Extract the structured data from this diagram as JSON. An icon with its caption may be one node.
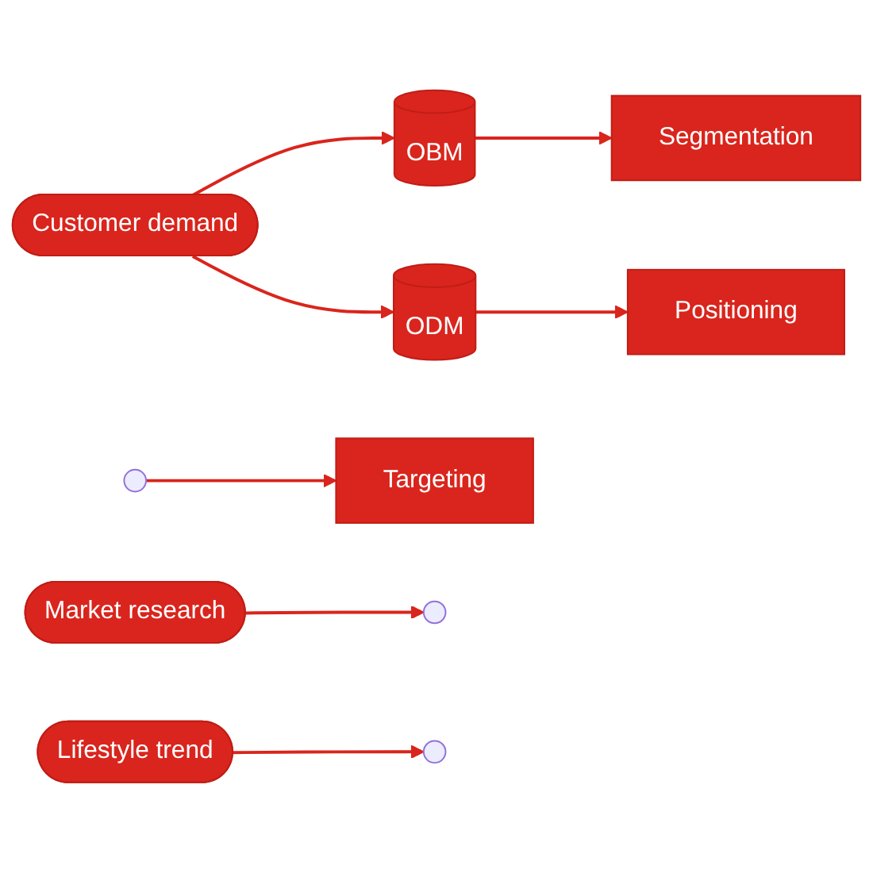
{
  "diagram": {
    "nodes": [
      {
        "text": [
          "Customer demand"
        ]
      },
      {
        "text": [
          "Market research"
        ]
      },
      {
        "text": [
          "Lifestyle trend"
        ]
      },
      {
        "text": [
          "OBM"
        ]
      },
      {
        "text": [
          "ODM"
        ]
      },
      {
        "text": [
          "Segmentation"
        ]
      },
      {
        "text": [
          "Targeting"
        ]
      },
      {
        "text": [
          "Positioning"
        ]
      }
    ],
    "edges": [
      {
        "from": 1,
        "to": null,
        "arrow": "to"
      },
      {
        "from": 2,
        "to": null,
        "arrow": "to"
      },
      {
        "from": 0,
        "to": 3,
        "arrow": "to"
      },
      {
        "from": 0,
        "to": 4,
        "arrow": "to"
      },
      {
        "from": 3,
        "to": 5,
        "arrow": "to"
      },
      {
        "from": null,
        "to": 6,
        "arrow": "to"
      },
      {
        "from": 4,
        "to": 7,
        "arrow": "to"
      }
    ]
  }
}
